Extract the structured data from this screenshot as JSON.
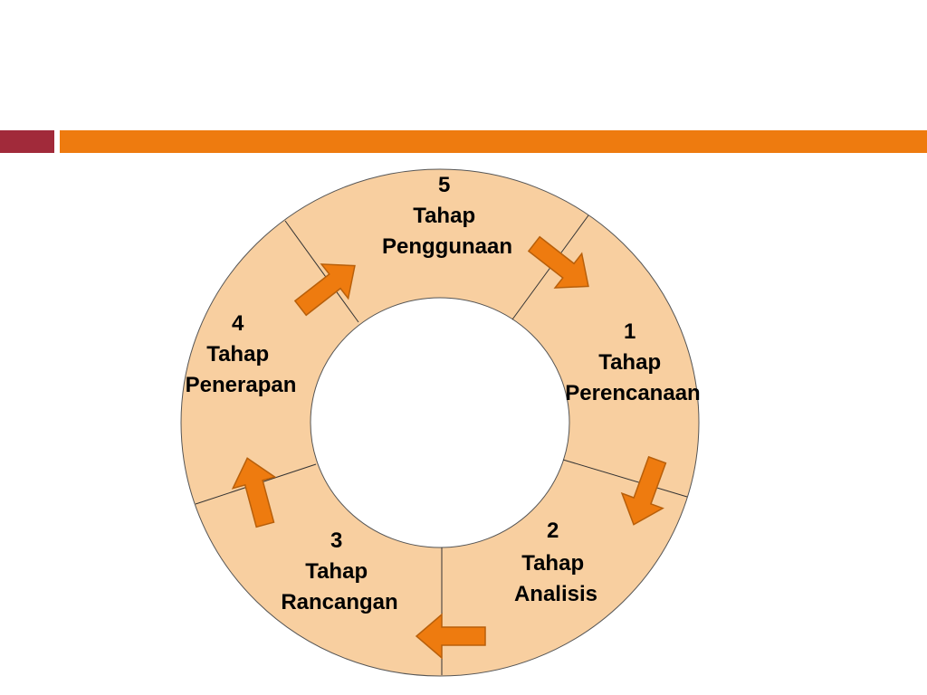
{
  "slide": {
    "colors": {
      "accent_left": "#A12A3A",
      "accent_bar": "#EE7B0F",
      "ring_fill": "#F8CFA0",
      "arrow_fill": "#EE7B0F",
      "arrow_stroke": "#B85F0A"
    }
  },
  "cycle": {
    "stages": [
      {
        "number": "1",
        "word": "Tahap",
        "name": "Perencanaan"
      },
      {
        "number": "2",
        "word": "Tahap",
        "name": "Analisis"
      },
      {
        "number": "3",
        "word": "Tahap",
        "name": "Rancangan"
      },
      {
        "number": "4",
        "word": "Tahap",
        "name": "Penerapan"
      },
      {
        "number": "5",
        "word": "Tahap",
        "name": "Penggunaan"
      }
    ]
  }
}
